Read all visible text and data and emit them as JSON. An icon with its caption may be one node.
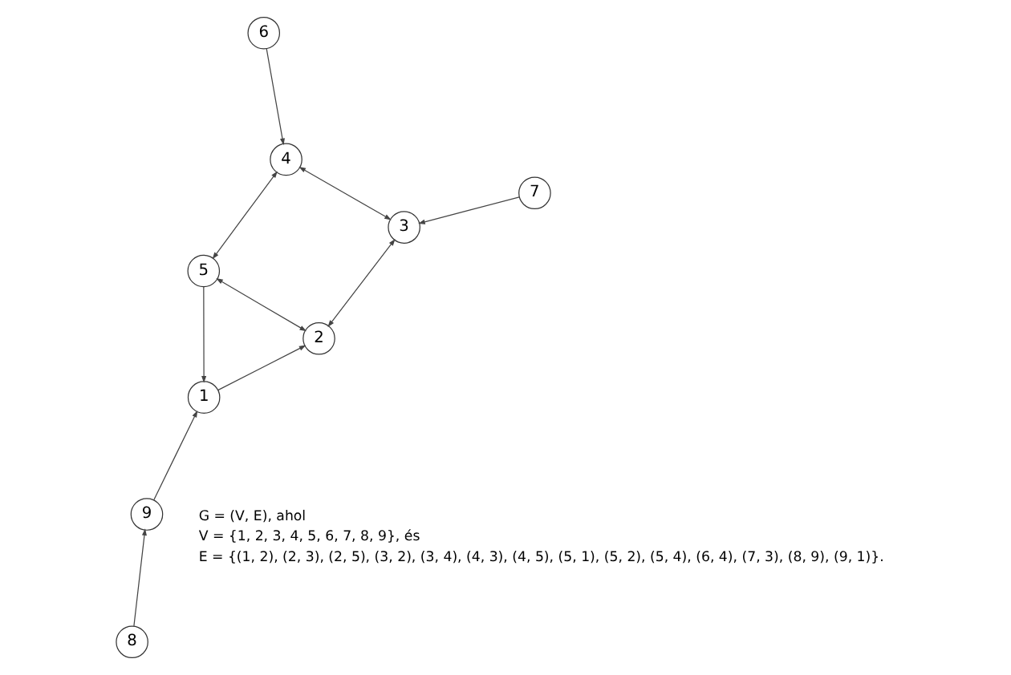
{
  "diagram": {
    "nodes": [
      {
        "text": [
          "6"
        ]
      },
      {
        "text": [
          "5"
        ]
      },
      {
        "text": [
          "4"
        ]
      },
      {
        "text": [
          "1"
        ]
      },
      {
        "text": [
          "2"
        ]
      },
      {
        "text": [
          "9"
        ]
      },
      {
        "text": [
          "3"
        ]
      },
      {
        "text": [
          "7"
        ]
      },
      {
        "text": [
          "8"
        ]
      }
    ],
    "edges": [
      {
        "from": 0,
        "to": 2,
        "arrow": "to"
      },
      {
        "from": 2,
        "to": 1,
        "arrow": "both"
      },
      {
        "from": 1,
        "to": 3,
        "arrow": "to"
      },
      {
        "from": 3,
        "to": 4,
        "arrow": "to"
      },
      {
        "from": 1,
        "to": 4,
        "arrow": "both"
      },
      {
        "from": 2,
        "to": 6,
        "arrow": "both"
      },
      {
        "from": 6,
        "to": 4,
        "arrow": "both"
      },
      {
        "from": 5,
        "to": 3,
        "arrow": "to"
      },
      {
        "from": 8,
        "to": 5,
        "arrow": "to"
      },
      {
        "from": 7,
        "to": 6,
        "arrow": "to"
      }
    ],
    "labels": [
      "G = (V, E), ahol",
      "V = {1, 2, 3, 4, 5, 6, 7, 8, 9}, és",
      "E = {(1, 2), (2, 3), (2, 5), (3, 2), (3, 4), (4, 3), (4, 5), (5, 1), (5, 2), (5, 4), (6, 4), (7, 3), (8, 9), (9, 1)}."
    ]
  }
}
